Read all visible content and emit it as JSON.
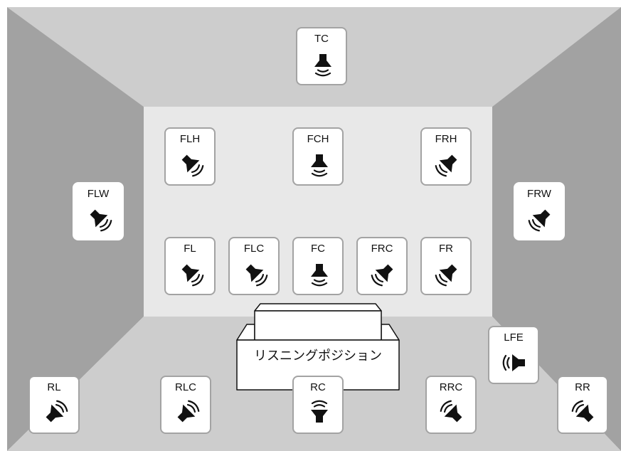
{
  "listening_position": "リスニングポジション",
  "speakers": [
    {
      "id": "tc",
      "label": "TC",
      "facing": "down"
    },
    {
      "id": "flh",
      "label": "FLH",
      "facing": "down-right"
    },
    {
      "id": "fch",
      "label": "FCH",
      "facing": "down"
    },
    {
      "id": "frh",
      "label": "FRH",
      "facing": "down-left"
    },
    {
      "id": "flw",
      "label": "FLW",
      "facing": "down-right"
    },
    {
      "id": "frw",
      "label": "FRW",
      "facing": "down-left"
    },
    {
      "id": "fl",
      "label": "FL",
      "facing": "down-right"
    },
    {
      "id": "flc",
      "label": "FLC",
      "facing": "down-right"
    },
    {
      "id": "fc",
      "label": "FC",
      "facing": "down"
    },
    {
      "id": "frc",
      "label": "FRC",
      "facing": "down-left"
    },
    {
      "id": "fr",
      "label": "FR",
      "facing": "down-left"
    },
    {
      "id": "lfe",
      "label": "LFE",
      "facing": "left"
    },
    {
      "id": "rl",
      "label": "RL",
      "facing": "up-right"
    },
    {
      "id": "rlc",
      "label": "RLC",
      "facing": "up-right"
    },
    {
      "id": "rc",
      "label": "RC",
      "facing": "up"
    },
    {
      "id": "rrc",
      "label": "RRC",
      "facing": "up-left"
    },
    {
      "id": "rr",
      "label": "RR",
      "facing": "up-left"
    }
  ]
}
